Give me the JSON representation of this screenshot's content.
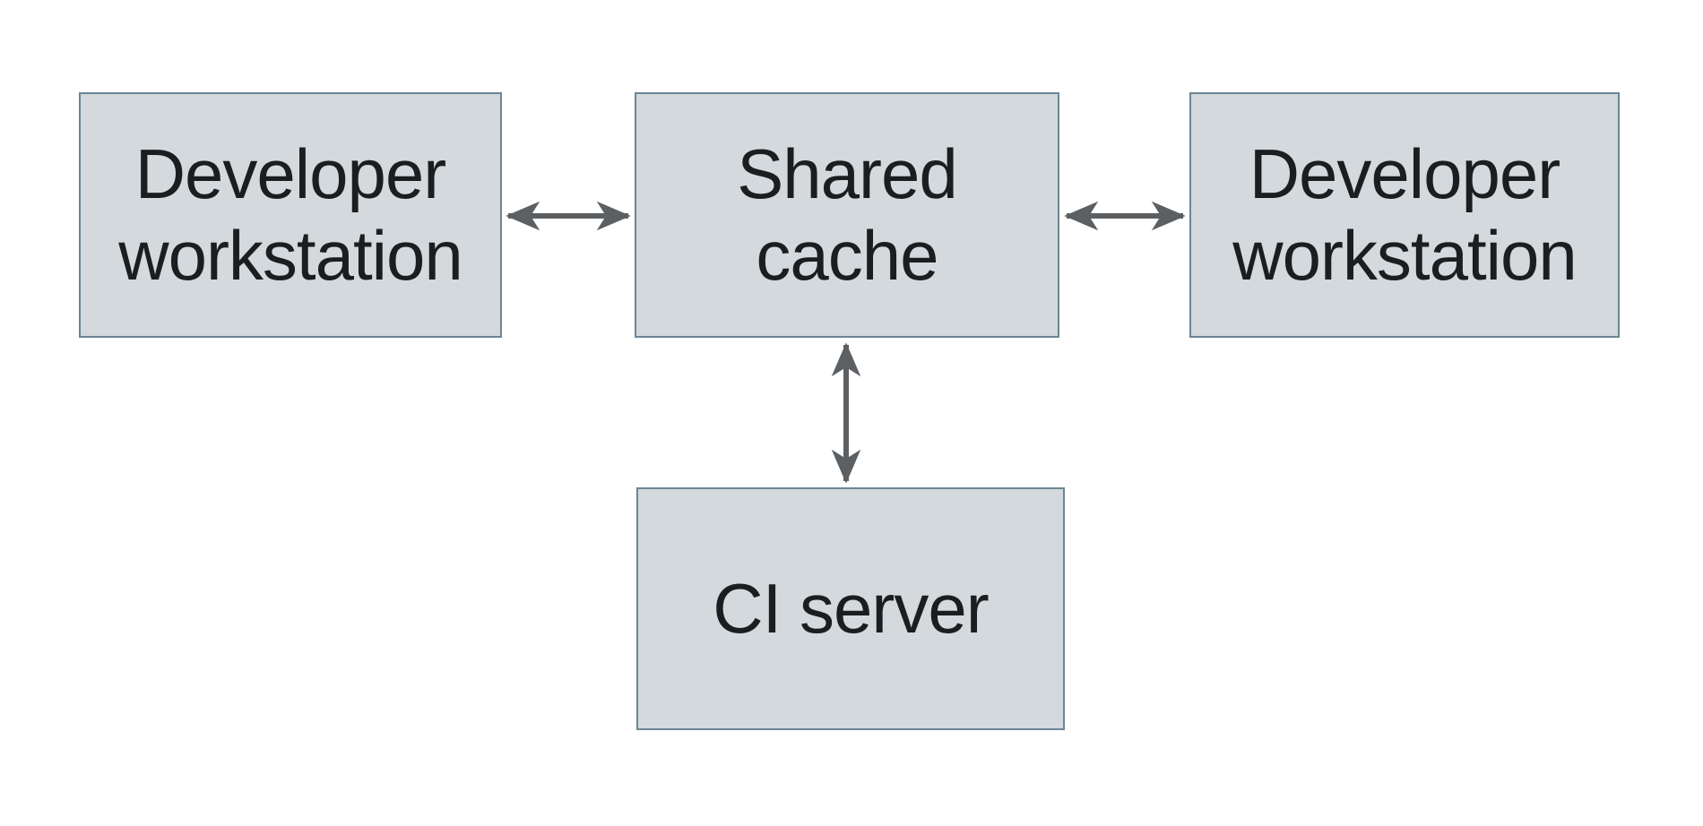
{
  "diagram": {
    "type": "architecture-diagram",
    "title": "",
    "colors": {
      "background": "#ffffff",
      "node_fill": "#d3d9dc",
      "node_border": "#6b8694",
      "arrow": "#5d6063",
      "text": "#1b1d1e"
    },
    "nodes": [
      {
        "id": "developer-workstation-left",
        "label": "Developer workstation"
      },
      {
        "id": "shared-cache",
        "label": "Shared cache"
      },
      {
        "id": "developer-workstation-right",
        "label": "Developer workstation"
      },
      {
        "id": "ci-server",
        "label": "CI server"
      }
    ],
    "edges": [
      {
        "from": "developer-workstation-left",
        "to": "shared-cache",
        "style": "double-headed-arrow"
      },
      {
        "from": "shared-cache",
        "to": "developer-workstation-right",
        "style": "double-headed-arrow"
      },
      {
        "from": "shared-cache",
        "to": "ci-server",
        "style": "double-headed-arrow"
      }
    ]
  }
}
